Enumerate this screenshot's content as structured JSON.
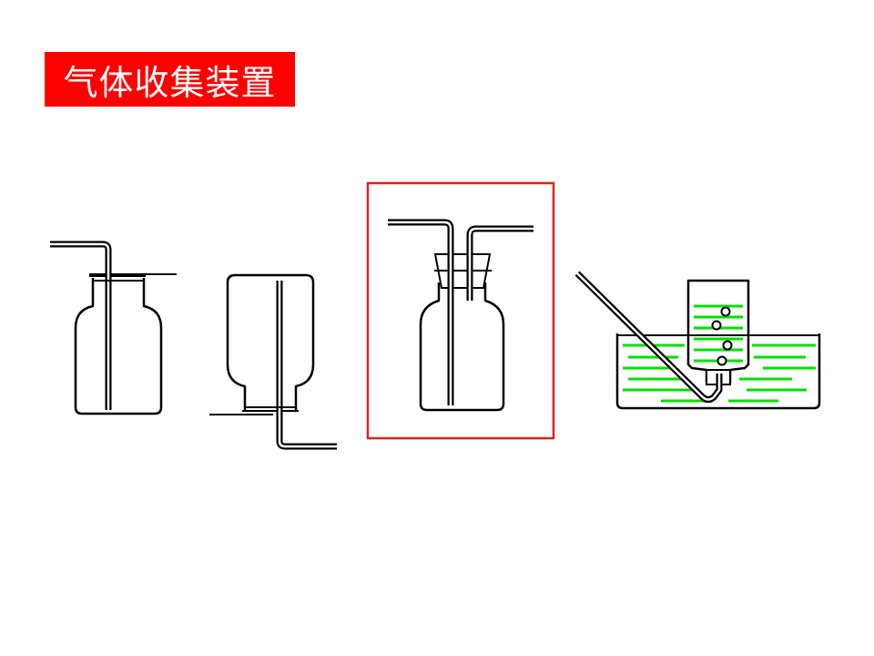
{
  "title": {
    "text": "气体收集装置",
    "background": "#ff0000",
    "color": "#ffffff"
  },
  "colors": {
    "line": "#000000",
    "highlight_frame": "#e02020",
    "water": "#00e000"
  },
  "apparatus": [
    {
      "name": "upward-air-displacement-bottle"
    },
    {
      "name": "downward-air-displacement-bottle"
    },
    {
      "name": "stoppered-two-tube-bottle",
      "highlighted": true
    },
    {
      "name": "water-displacement-trough"
    }
  ]
}
